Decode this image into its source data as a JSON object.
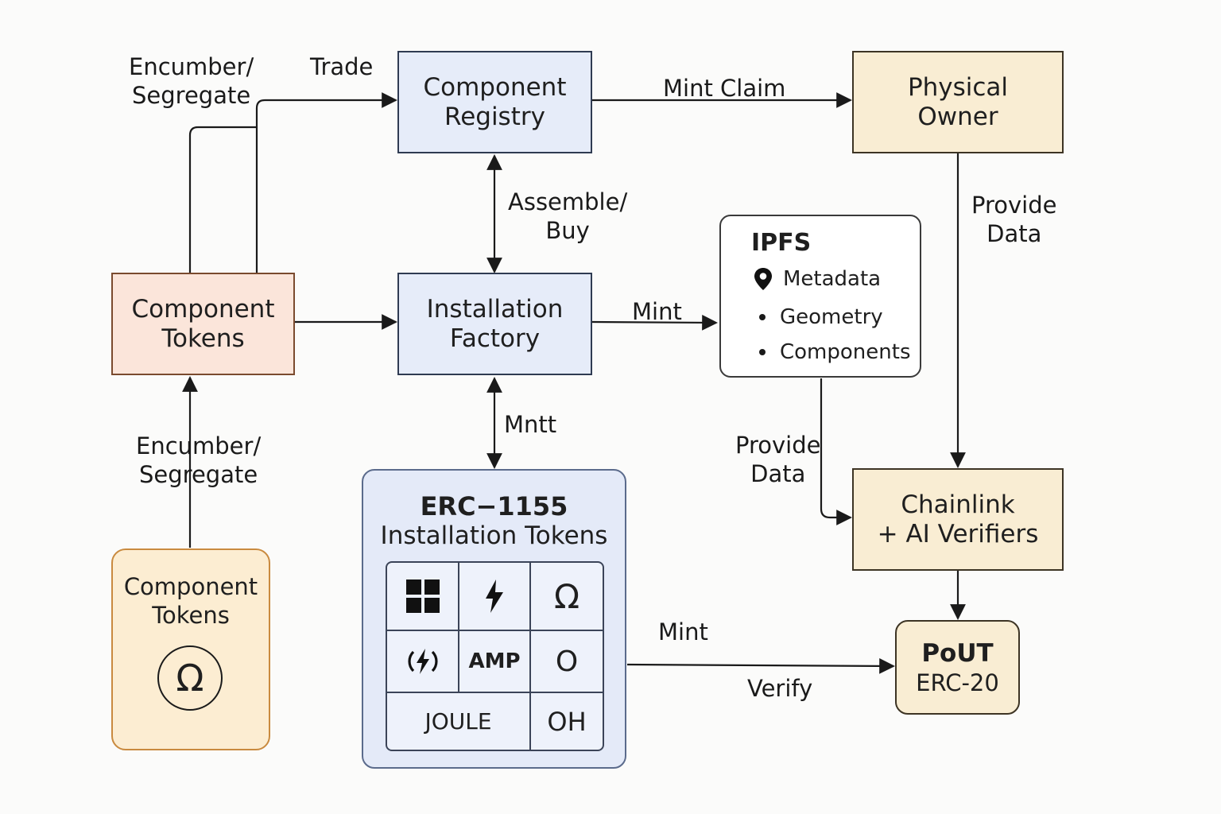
{
  "nodes": {
    "component_registry": {
      "line1": "Component",
      "line2": "Registry"
    },
    "physical_owner": {
      "line1": "Physical",
      "line2": "Owner"
    },
    "component_tokens": {
      "line1": "Component",
      "line2": "Tokens"
    },
    "installation_factory": {
      "line1": "Installation",
      "line2": "Factory"
    },
    "ipfs": {
      "title": "IPFS",
      "items": [
        {
          "icon": "map-pin-icon",
          "text": "Metadata"
        },
        {
          "icon": "bullet",
          "text": "Geometry"
        },
        {
          "icon": "bullet",
          "text": "Components"
        }
      ]
    },
    "chainlink": {
      "line1": "Chainlink",
      "line2": "+ AI Verifiers"
    },
    "erc1155": {
      "title": "ERC−1155",
      "subtitle": "Installation Tokens",
      "cells": [
        {
          "icon": "windows-grid-icon",
          "text": ""
        },
        {
          "icon": "lightning-bolt-icon",
          "text": ""
        },
        {
          "icon": "omega-icon",
          "text": "Ω"
        },
        {
          "icon": "circled-bolt-icon",
          "text": ""
        },
        {
          "icon": "",
          "text": "AMP"
        },
        {
          "icon": "",
          "text": "O"
        },
        {
          "icon": "",
          "text": "JOULE"
        },
        {
          "icon": "",
          "text": "OH"
        }
      ]
    },
    "component_token_omega": {
      "line1": "Component",
      "line2": "Tokens",
      "icon": "omega-icon",
      "symbol": "Ω"
    },
    "pout": {
      "line1": "PoUT",
      "line2": "ERC-20"
    }
  },
  "edges": {
    "encumber_top": {
      "line1": "Encumber/",
      "line2": "Segregate"
    },
    "trade": "Trade",
    "mint_claim": "Mint Claim",
    "assemble_buy": {
      "line1": "Assemble/",
      "line2": "Buy"
    },
    "provide_data_owner": {
      "line1": "Provide",
      "line2": "Data"
    },
    "mint_ipfs": "Mint",
    "mntt": "Mntt",
    "encumber_bottom": {
      "line1": "Encumber/",
      "line2": "Segregate"
    },
    "provide_data_ipfs": {
      "line1": "Provide",
      "line2": "Data"
    },
    "mint_pout": "Mint",
    "verify": "Verify"
  },
  "colors": {
    "blue_fill": "#e6ecf9",
    "peach_fill": "#fbe5da",
    "cream_fill": "#f9edd3",
    "orange_border": "#c98a3f",
    "line": "#1a1a1a"
  }
}
